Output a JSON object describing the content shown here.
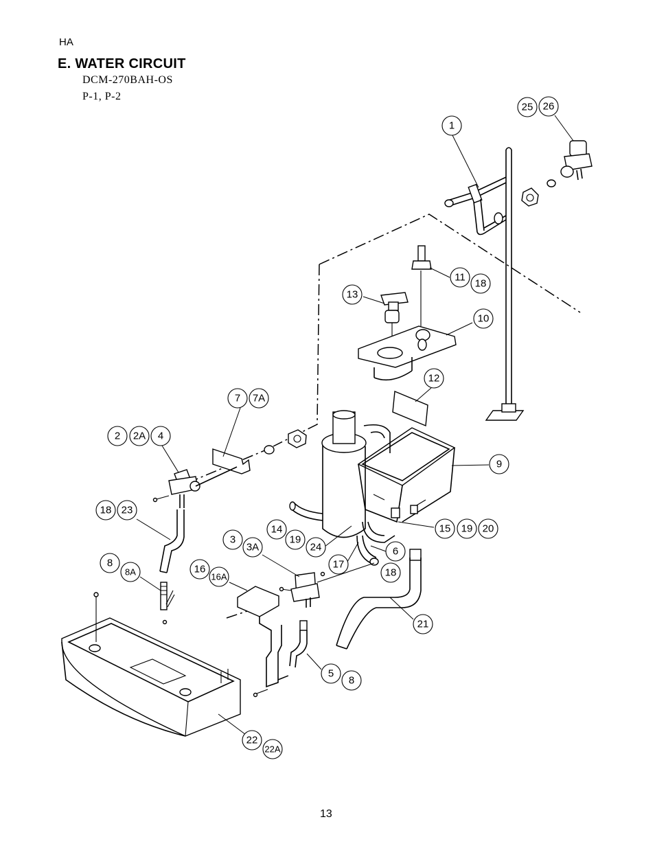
{
  "header": {
    "code": "HA",
    "title": "E. WATER CIRCUIT",
    "model": "DCM-270BAH-OS",
    "parts": "P-1,  P-2"
  },
  "callouts": [
    {
      "id": "c1",
      "label": "1"
    },
    {
      "id": "c25",
      "label": "25"
    },
    {
      "id": "c26",
      "label": "26"
    },
    {
      "id": "c11",
      "label": "11"
    },
    {
      "id": "c18a",
      "label": "18"
    },
    {
      "id": "c13",
      "label": "13"
    },
    {
      "id": "c10",
      "label": "10"
    },
    {
      "id": "c12",
      "label": "12"
    },
    {
      "id": "c7",
      "label": "7"
    },
    {
      "id": "c7a",
      "label": "7A"
    },
    {
      "id": "c2",
      "label": "2"
    },
    {
      "id": "c2a",
      "label": "2A"
    },
    {
      "id": "c4",
      "label": "4"
    },
    {
      "id": "c9",
      "label": "9"
    },
    {
      "id": "c18b",
      "label": "18"
    },
    {
      "id": "c23",
      "label": "23"
    },
    {
      "id": "c14",
      "label": "14"
    },
    {
      "id": "c19a",
      "label": "19"
    },
    {
      "id": "c24",
      "label": "24"
    },
    {
      "id": "c15",
      "label": "15"
    },
    {
      "id": "c19b",
      "label": "19"
    },
    {
      "id": "c20",
      "label": "20"
    },
    {
      "id": "c3",
      "label": "3"
    },
    {
      "id": "c3a",
      "label": "3A"
    },
    {
      "id": "c6",
      "label": "6"
    },
    {
      "id": "c17",
      "label": "17"
    },
    {
      "id": "c18c",
      "label": "18"
    },
    {
      "id": "c8a1",
      "label": "8"
    },
    {
      "id": "c8a",
      "label": "8A"
    },
    {
      "id": "c16",
      "label": "16"
    },
    {
      "id": "c16a",
      "label": "16A"
    },
    {
      "id": "c21",
      "label": "21"
    },
    {
      "id": "c5",
      "label": "5"
    },
    {
      "id": "c8b",
      "label": "8"
    },
    {
      "id": "c22",
      "label": "22"
    },
    {
      "id": "c22a",
      "label": "22A"
    }
  ],
  "footer": {
    "page_number": "13"
  }
}
